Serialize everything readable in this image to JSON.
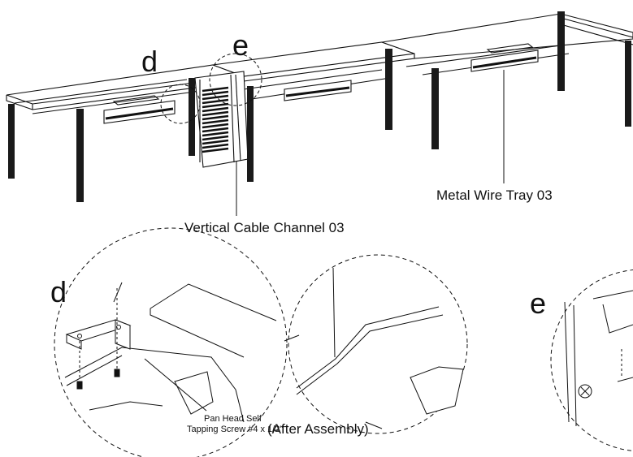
{
  "callouts": {
    "d_top": "d",
    "e_top": "e",
    "d_detail": "d",
    "e_detail": "e"
  },
  "parts": {
    "cable_channel": "Vertical Cable Channel 03",
    "wire_tray": "Metal Wire Tray 03"
  },
  "detail_d": {
    "screw_line1": "Pan Head Self",
    "screw_line2": "Tapping Screw #4 x 1/2\""
  },
  "after_assembly": "(After Assembly)",
  "colors": {
    "line": "#111111",
    "leg": "#1a1a1a",
    "background": "#ffffff"
  }
}
